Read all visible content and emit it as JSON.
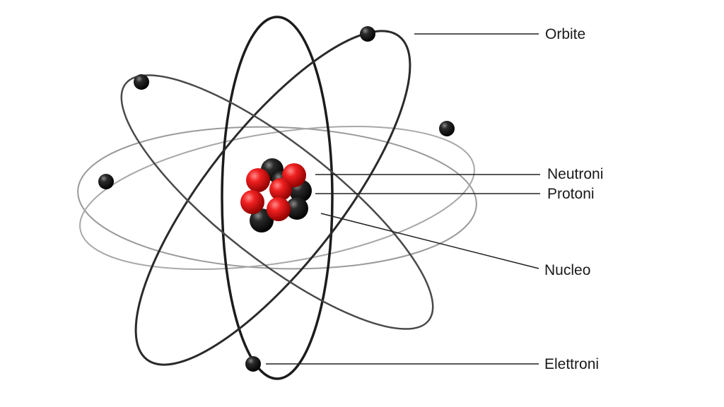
{
  "labels": {
    "orbits": "Orbite",
    "neutrons": "Neutroni",
    "protons": "Protoni",
    "nucleus": "Nucleo",
    "electrons": "Elettroni"
  },
  "colors": {
    "background": "#ffffff",
    "orbit_dark": "#1c1c1c",
    "orbit_light": "#9a9a9a",
    "proton": "#e01818",
    "neutron": "#1a1a1a",
    "electron": "#111111",
    "leader_line": "#222222"
  },
  "icons": {
    "proton": "red-sphere",
    "neutron": "black-sphere",
    "electron": "black-sphere"
  }
}
